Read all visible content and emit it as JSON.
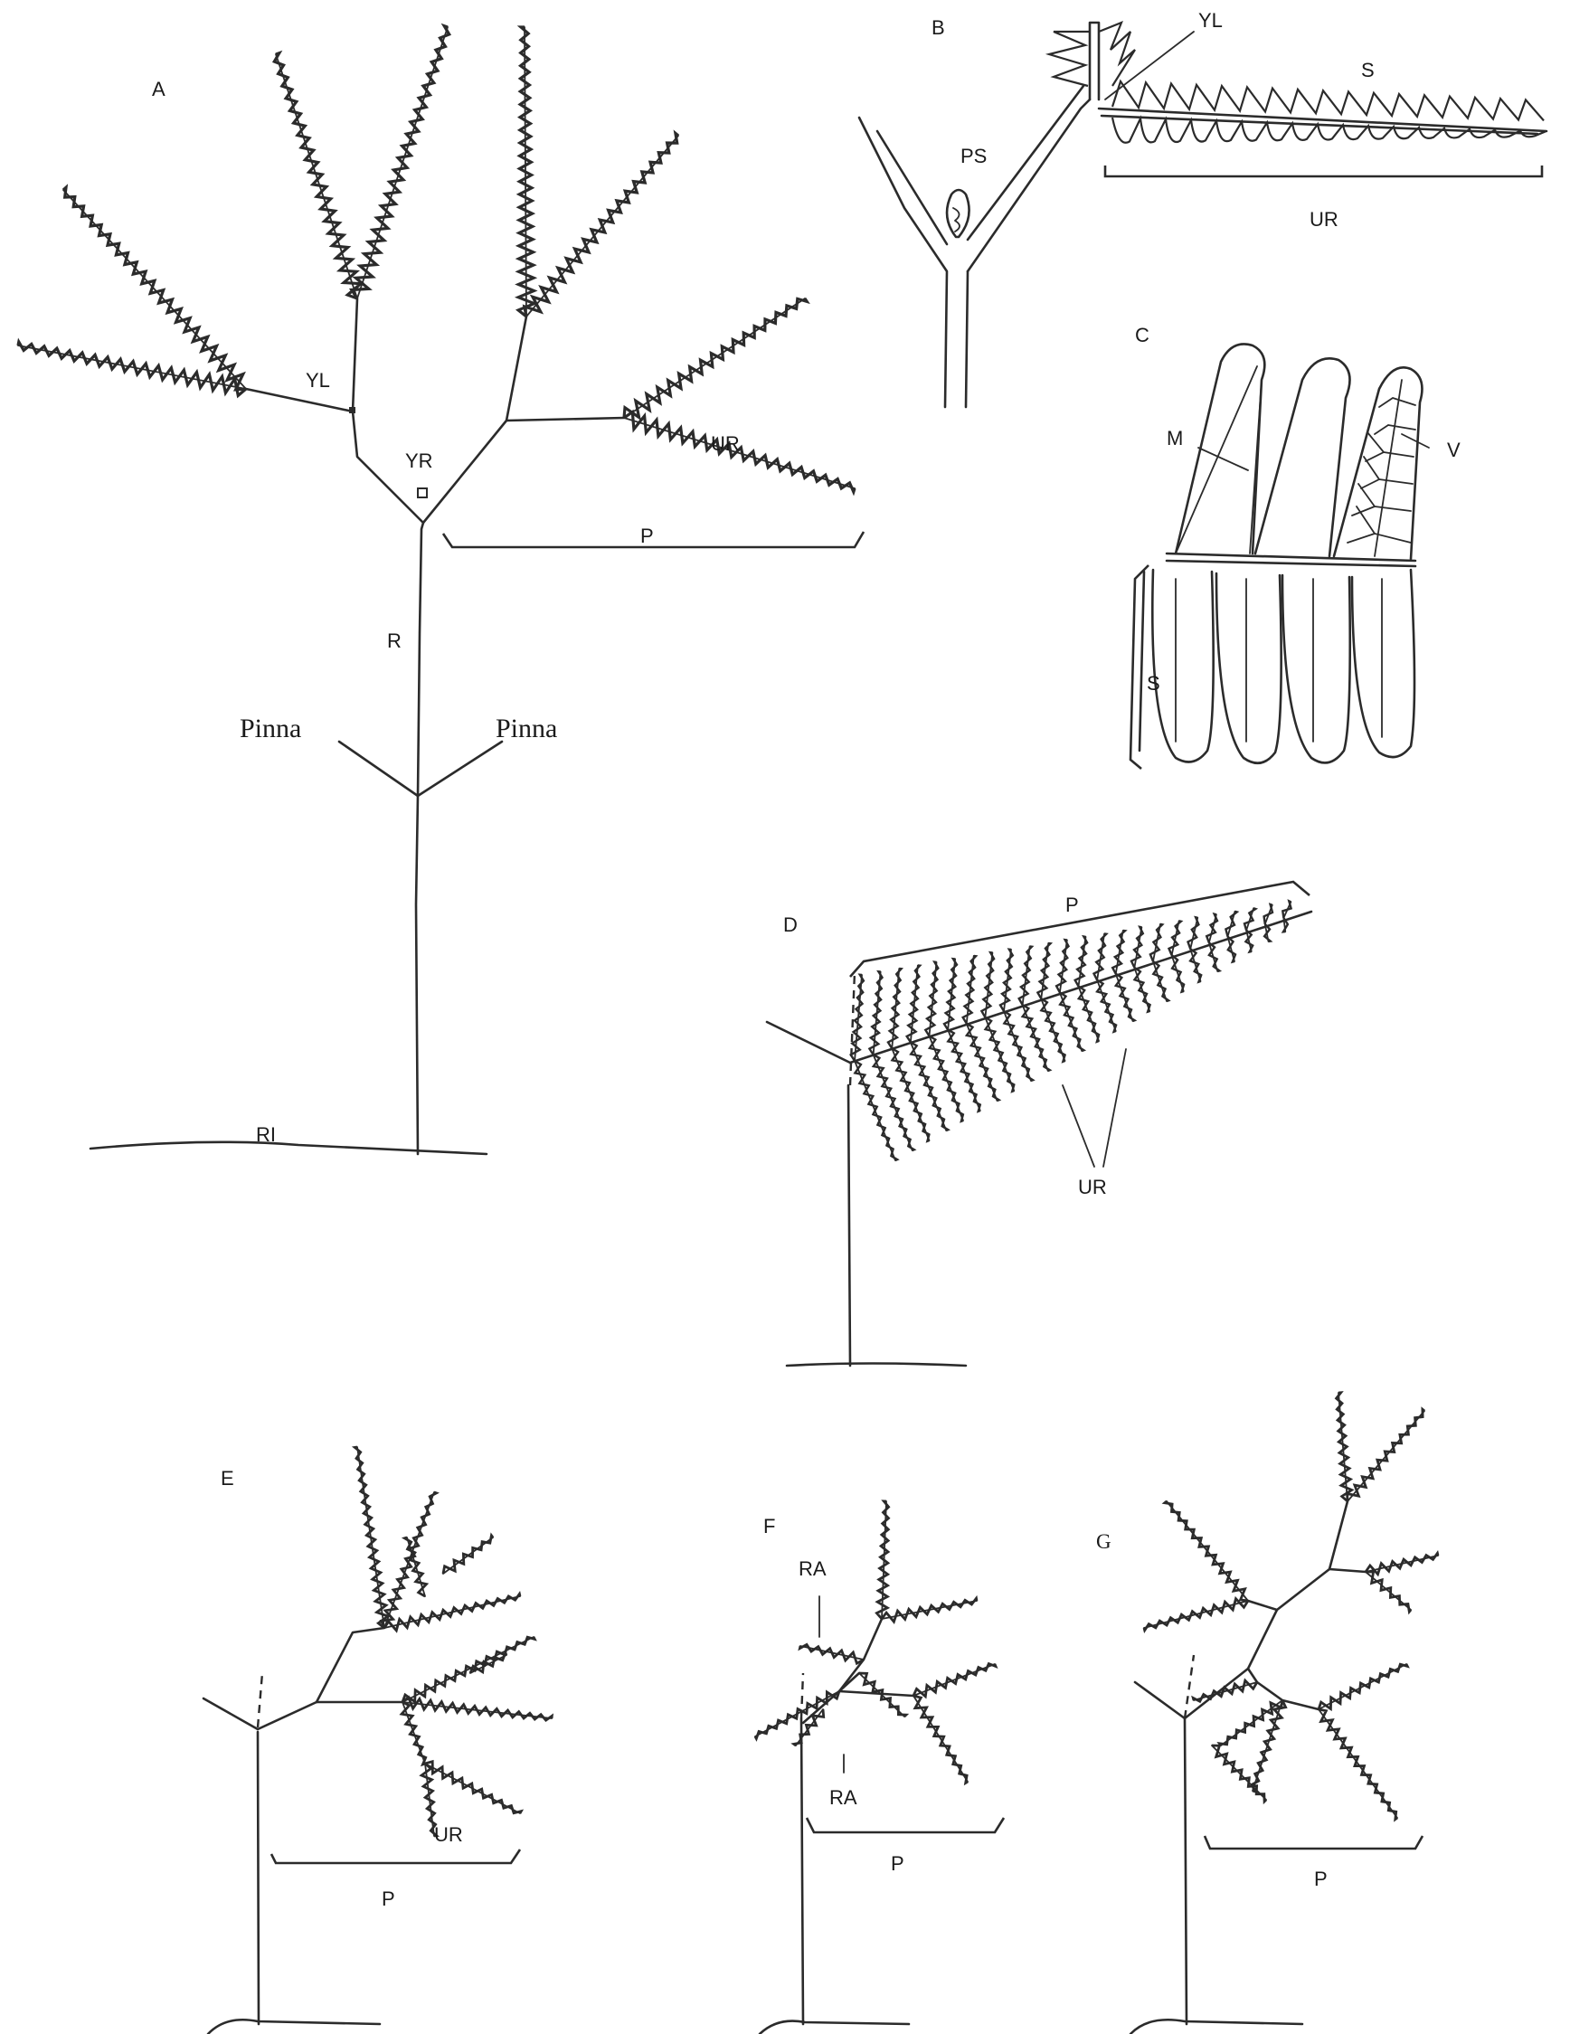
{
  "panels": {
    "a": {
      "letter": "A",
      "labels": {
        "yl": "YL",
        "yr": "YR",
        "ur": "UR",
        "p": "P",
        "r": "R",
        "pinna_left": "Pinna",
        "pinna_right": "Pinna",
        "ri": "RI"
      }
    },
    "b": {
      "letter": "B",
      "labels": {
        "yl": "YL",
        "s": "S",
        "ps": "PS",
        "ur": "UR"
      }
    },
    "c": {
      "letter": "C",
      "labels": {
        "m": "M",
        "v": "V",
        "s": "S"
      }
    },
    "d": {
      "letter": "D",
      "labels": {
        "p": "P",
        "ur": "UR"
      }
    },
    "e": {
      "letter": "E",
      "labels": {
        "ur": "UR",
        "p": "P"
      }
    },
    "f": {
      "letter": "F",
      "labels": {
        "ra_top": "RA",
        "ra_bottom": "RA",
        "p": "P"
      }
    },
    "g": {
      "letter": "G",
      "labels": {
        "p": "P"
      }
    }
  }
}
